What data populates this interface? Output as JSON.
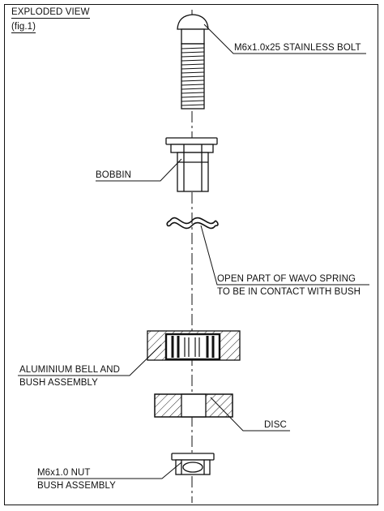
{
  "title": {
    "line1": "EXPLODED VIEW",
    "line2": "(fig.1)"
  },
  "labels": {
    "bolt": "M6x1.0x25 STAINLESS BOLT",
    "bobbin": "BOBBIN",
    "spring_line1": "OPEN PART OF WAVO SPRING",
    "spring_line2": "TO BE IN CONTACT WITH BUSH",
    "bell_line1": "ALUMINIUM BELL AND",
    "bell_line2": "BUSH ASSEMBLY",
    "disc": "DISC",
    "nut_line1": "M6x1.0 NUT",
    "nut_line2": "BUSH ASSEMBLY"
  },
  "colors": {
    "line": "#111111",
    "hatch": "#222222",
    "background": "#ffffff"
  }
}
